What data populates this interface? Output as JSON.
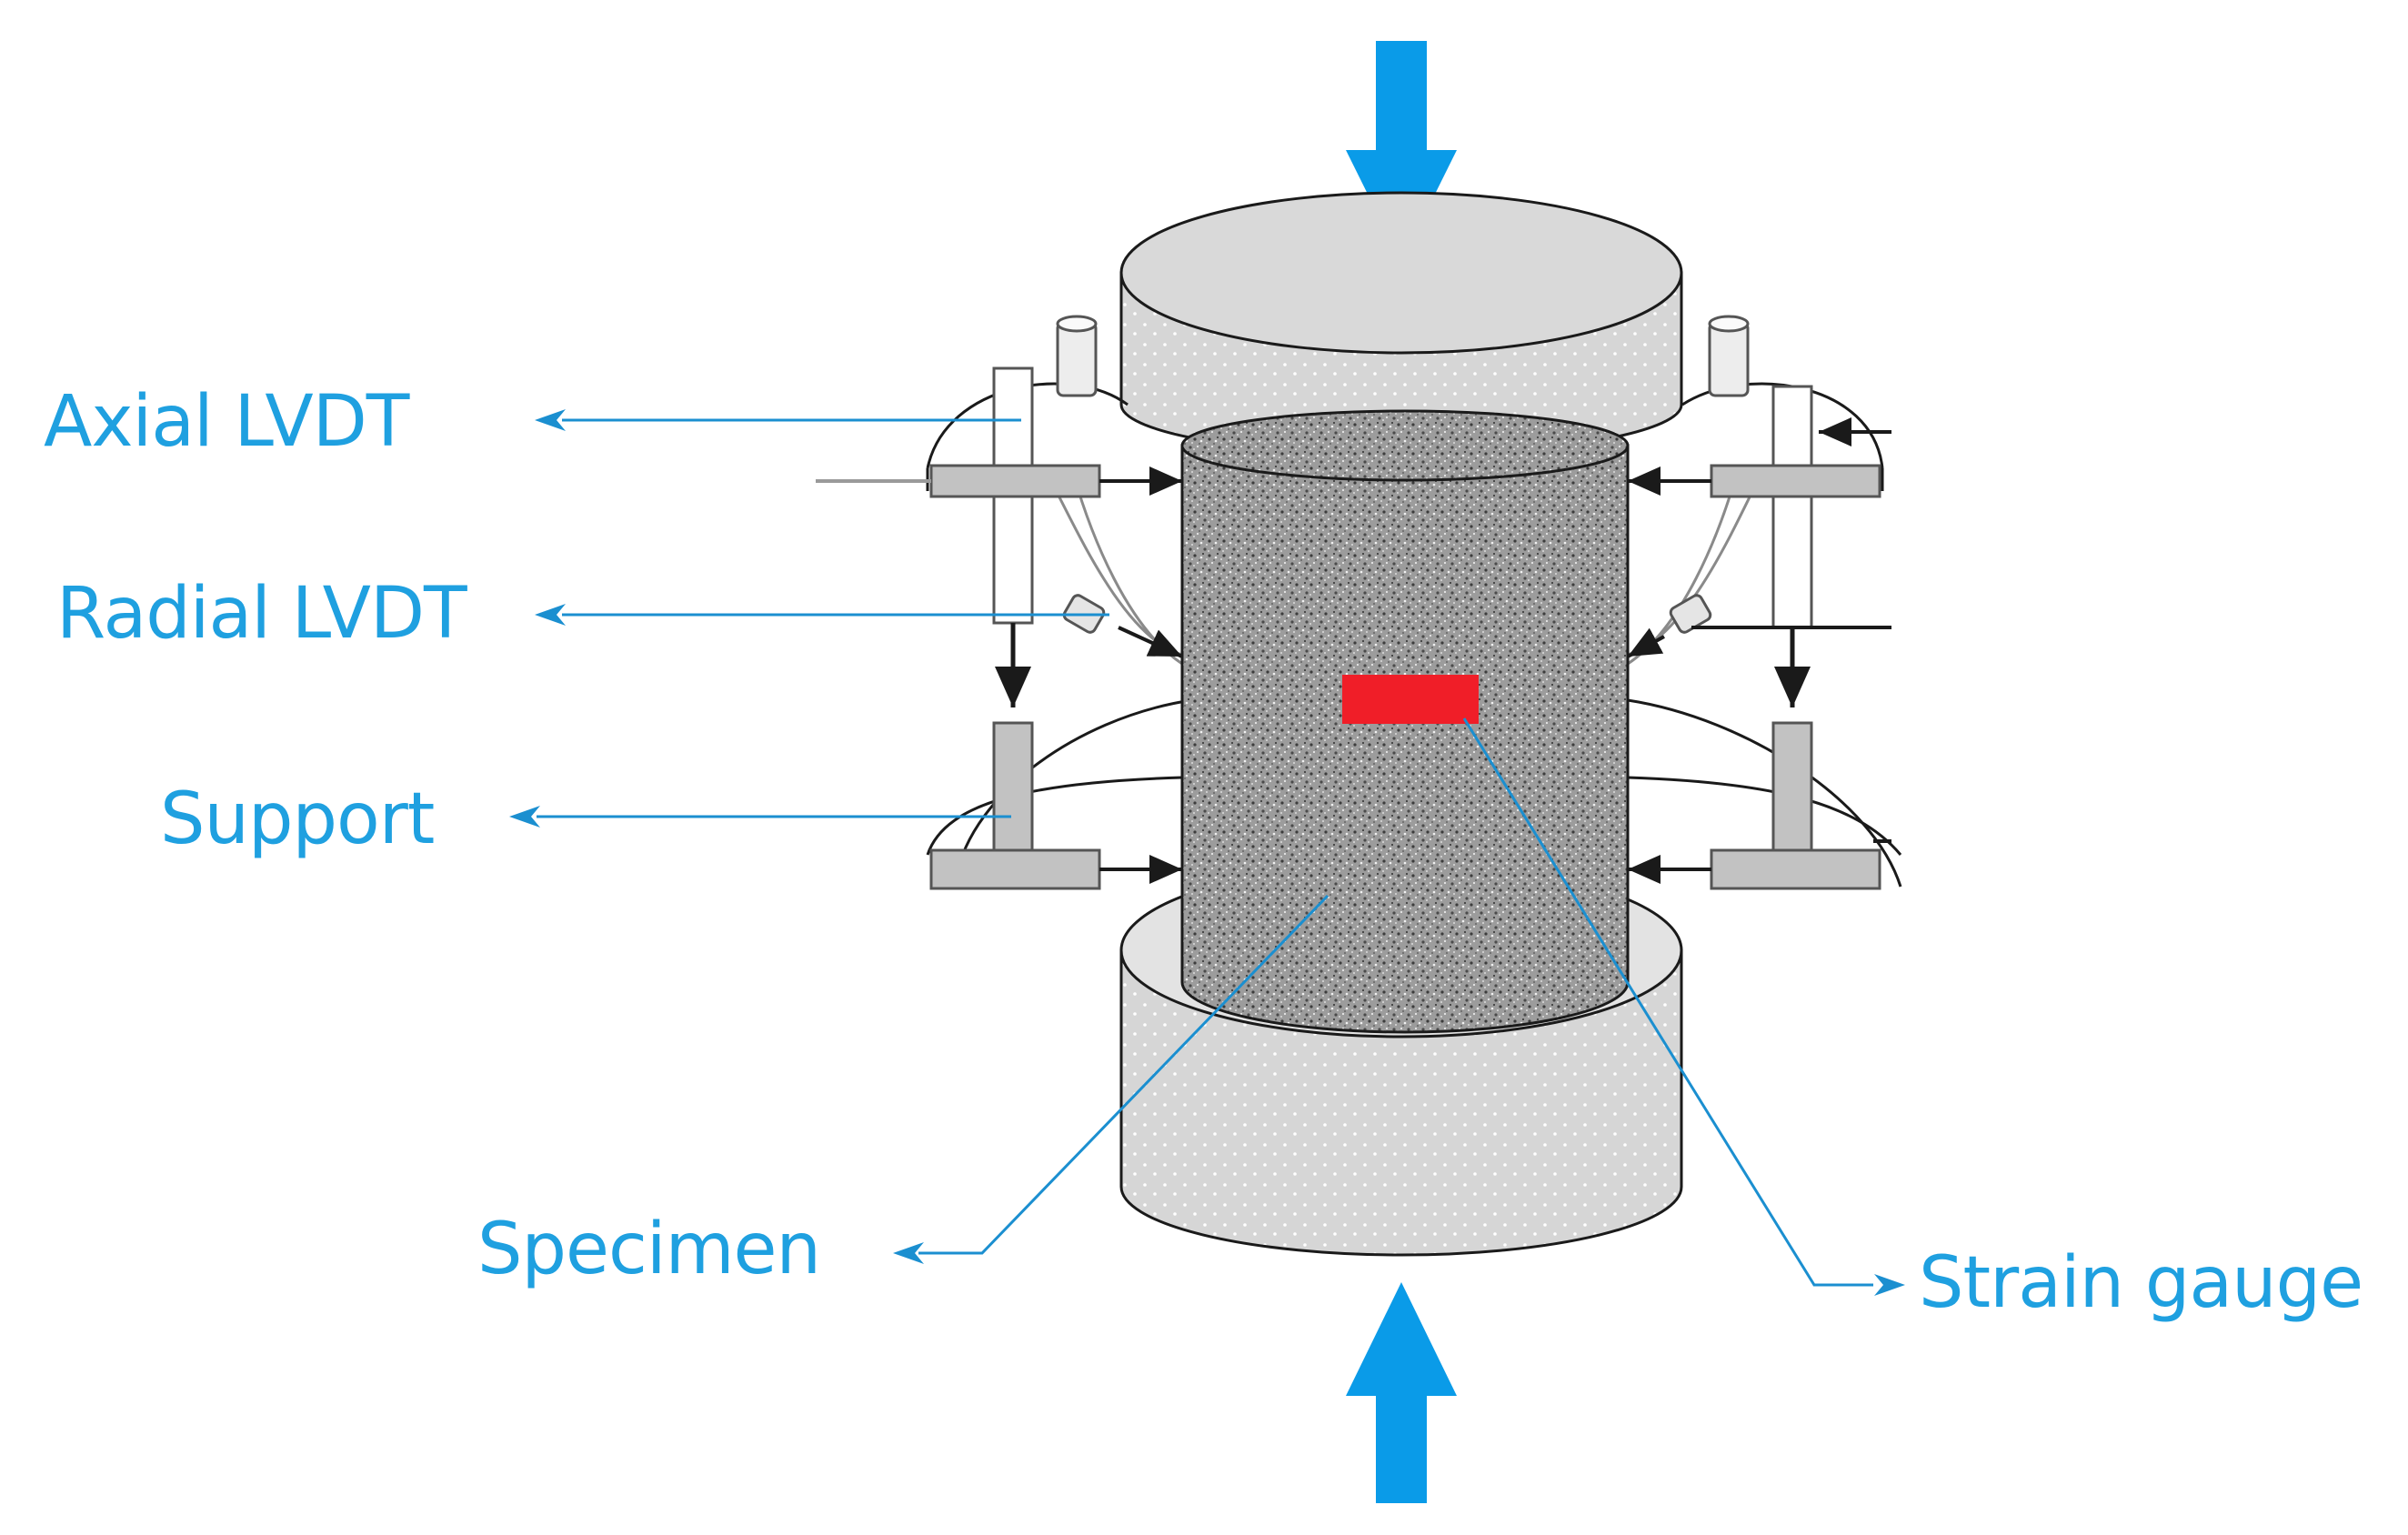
{
  "labels": {
    "axial_lvdt": "Axial LVDT",
    "radial_lvdt": "Radial LVDT",
    "support": "Support",
    "specimen": "Specimen",
    "strain_gauge": "Strain gauge"
  },
  "colors": {
    "label_blue": "#1FA0E0",
    "leader_blue": "#1B8FD0",
    "load_arrow_blue": "#0A9BE8",
    "strain_gauge_red": "#F01E28",
    "platen_gray": "#D9D9D9",
    "specimen_gray": "#A9A9A9",
    "line_black": "#1A1A1A",
    "fixture_gray": "#BEBEBE"
  },
  "icons": {
    "load_arrow": "down-arrow",
    "leader_arrow": "arrowhead"
  }
}
